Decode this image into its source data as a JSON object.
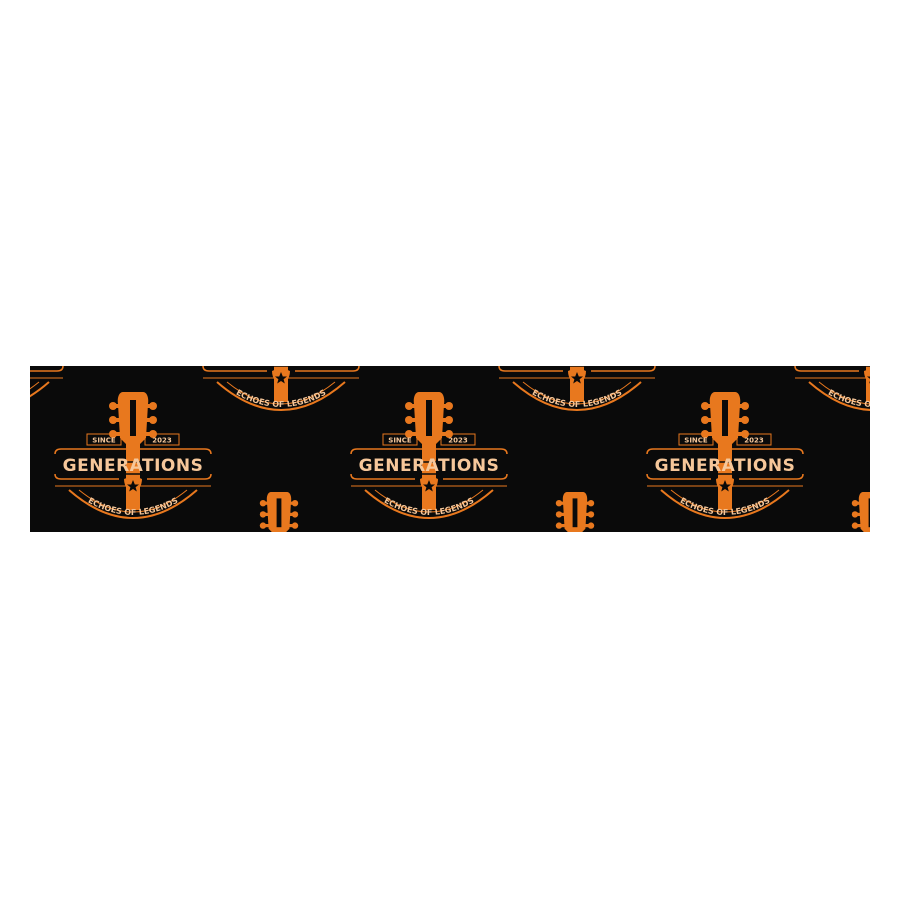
{
  "product": {
    "background": "#ffffff",
    "band_color": "#0a0a0a"
  },
  "logo": {
    "title": "GENERATIONS",
    "since_label": "SINCE",
    "year": "2023",
    "tagline": "ECHOES OF LEGENDS",
    "accent_color": "#e8781e",
    "text_color": "#f6c79a",
    "icons": [
      "guitar-headstock-icon",
      "guitar-pick-icon",
      "star-icon"
    ]
  }
}
